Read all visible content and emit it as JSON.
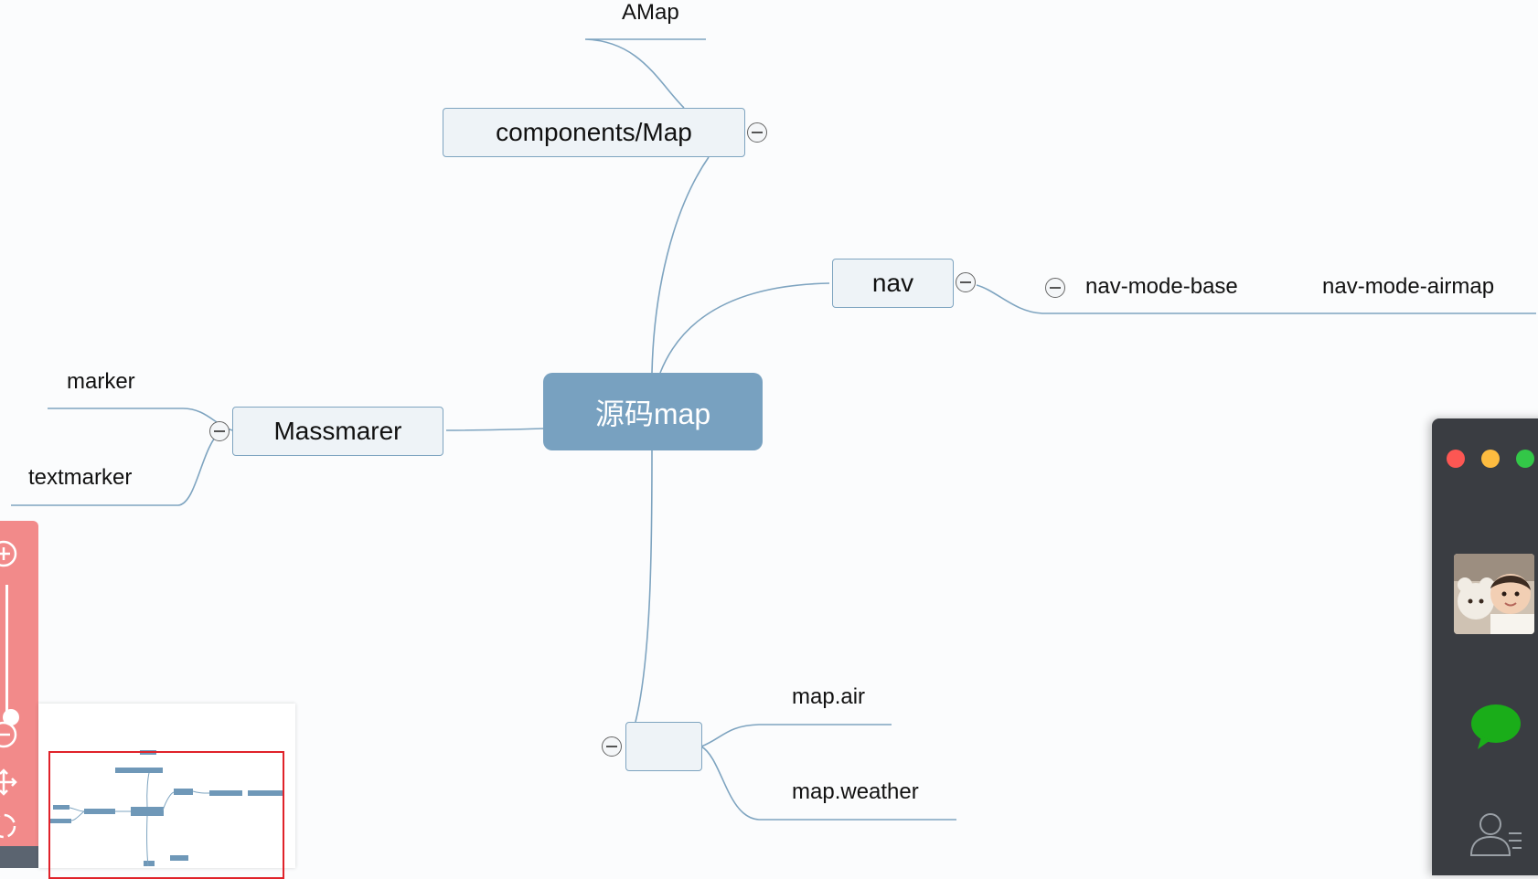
{
  "mindmap": {
    "root": {
      "label": "源码map"
    },
    "topics": {
      "components": {
        "label": "components/Map",
        "children": [
          "AMap"
        ]
      },
      "nav": {
        "label": "nav",
        "children": [
          "nav-mode-base",
          "nav-mode-airmap"
        ]
      },
      "massmarer": {
        "label": "Massmarer",
        "children": [
          "marker",
          "textmarker"
        ]
      },
      "unnamed": {
        "label": "",
        "children": [
          "map.air",
          "map.weather"
        ]
      }
    }
  },
  "colors": {
    "canvas_bg": "#fbfcfd",
    "link": "#7ea4c0",
    "root_fill": "#78a1c0",
    "topic_fill": "#eef3f7",
    "zoom_toolbar": "#f28a8a",
    "minimap_viewport": "#e0222a",
    "chat_panel": "#3a3d42",
    "traffic_red": "#fc5753",
    "traffic_yellow": "#fdbc40",
    "traffic_green": "#33c748",
    "chat_bubble": "#1aad19"
  },
  "icons": {
    "zoom_in": "plus-circle-icon",
    "zoom_out": "minus-circle-icon",
    "pan": "move-icon",
    "fit": "target-icon",
    "collapse": "minus-circle-icon",
    "chat": "chat-bubble-icon",
    "contacts": "contacts-icon"
  }
}
